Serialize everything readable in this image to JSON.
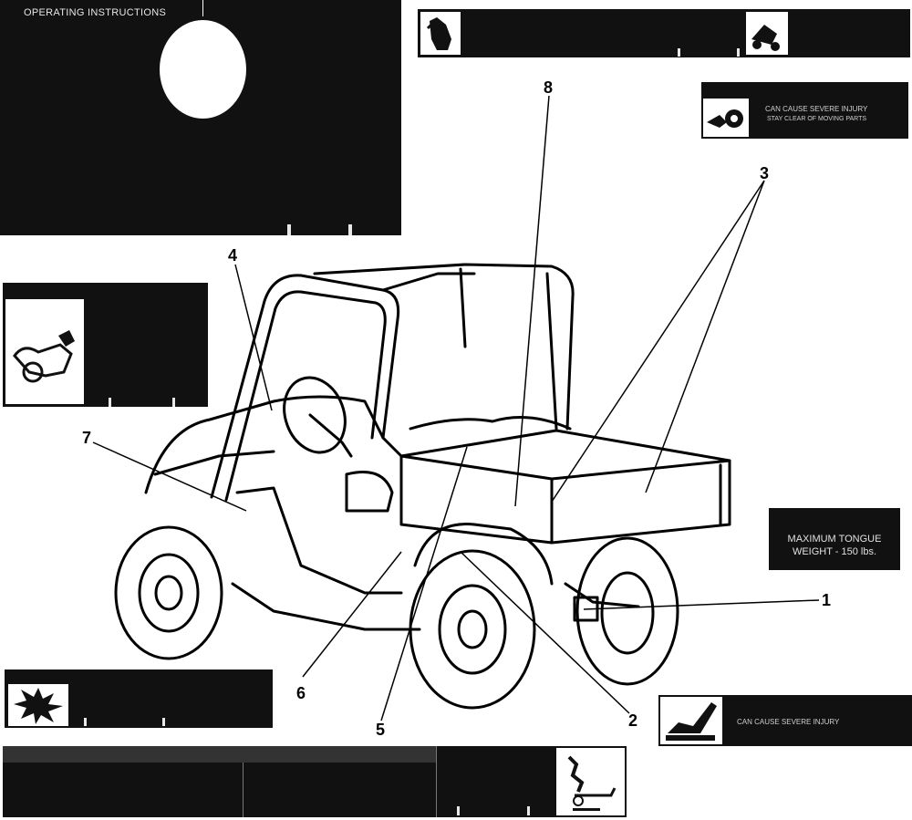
{
  "decals": {
    "operating": {
      "title": "OPERATING INSTRUCTIONS"
    },
    "hazard_top": {
      "line1": "CAN CAUSE SEVERE INJURY",
      "line2": "STAY CLEAR OF MOVING PARTS"
    },
    "maximum": {
      "line1": "MAXIMUM TONGUE",
      "line2": "WEIGHT - 150 lbs."
    },
    "bottom_right": {
      "line1": "CAN CAUSE SEVERE INJURY"
    }
  },
  "callouts": {
    "c1": "1",
    "c2": "2",
    "c3": "3",
    "c4": "4",
    "c5": "5",
    "c6": "6",
    "c7": "7",
    "c8": "8"
  },
  "icons": {
    "hand": "hand-crush-icon",
    "tipping": "tipping-hazard-icon",
    "wheel": "entanglement-icon",
    "rollover": "rollover-icon",
    "explosion": "explosion-icon",
    "pedal": "foot-pedal-icon",
    "towing": "towing-icon"
  }
}
